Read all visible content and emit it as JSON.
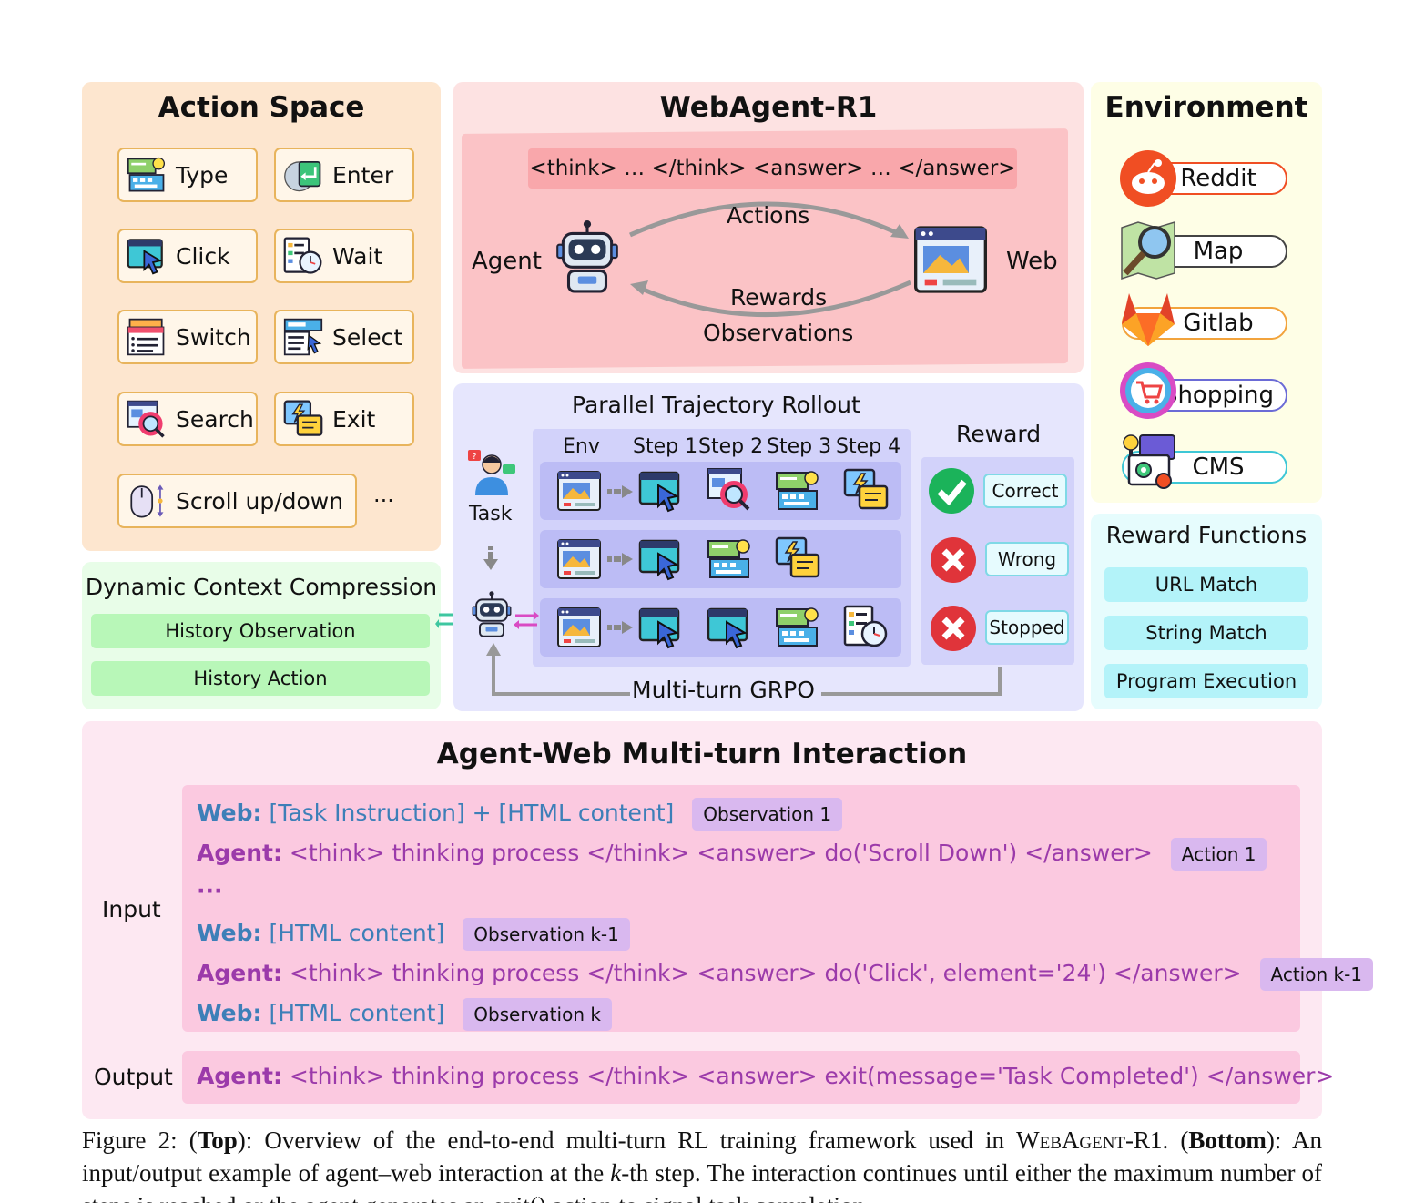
{
  "action_space": {
    "title": "Action Space",
    "actions": [
      "Type",
      "Enter",
      "Click",
      "Wait",
      "Switch",
      "Select",
      "Search",
      "Exit",
      "Scroll up/down"
    ],
    "more": "···"
  },
  "webagent": {
    "title": "WebAgent-R1",
    "format": "<think> … </think> <answer> … </answer>",
    "agent_label": "Agent",
    "web_label": "Web",
    "actions_label": "Actions",
    "rewards_label": "Rewards",
    "observations_label": "Observations"
  },
  "environment": {
    "title": "Environment",
    "items": [
      {
        "label": "Reddit",
        "color": "#f04e23"
      },
      {
        "label": "Map",
        "color": "#444444"
      },
      {
        "label": "Gitlab",
        "color": "#f2a33c"
      },
      {
        "label": "Shopping",
        "color": "#6b6bd6"
      },
      {
        "label": "CMS",
        "color": "#3ec7d6"
      }
    ]
  },
  "compression": {
    "title": "Dynamic Context Compression",
    "items": [
      "History Observation",
      "History Action"
    ]
  },
  "rollout": {
    "title": "Parallel Trajectory Rollout",
    "task_label": "Task",
    "headers": [
      "Env",
      "Step 1",
      "Step 2",
      "Step 3",
      "Step 4"
    ],
    "reward_title": "Reward",
    "rewards": [
      "Correct",
      "Wrong",
      "Stopped"
    ],
    "grpo": "Multi-turn GRPO"
  },
  "reward_functions": {
    "title": "Reward Functions",
    "items": [
      "URL Match",
      "String Match",
      "Program Execution"
    ]
  },
  "interaction": {
    "title": "Agent-Web Multi-turn Interaction",
    "input_label": "Input",
    "output_label": "Output",
    "web_key": "Web:",
    "agent_key": "Agent:",
    "lines": [
      {
        "text": "[Task Instruction] + [HTML content]",
        "tag": "Observation 1"
      },
      {
        "text": "<think> thinking process </think> <answer> do('Scroll Down') </answer>",
        "tag": "Action 1"
      },
      {
        "text": "···"
      },
      {
        "text": "[HTML content]",
        "tag": "Observation k-1"
      },
      {
        "text": "<think> thinking process </think> <answer> do('Click', element='24') </answer>",
        "tag": "Action k-1"
      },
      {
        "text": "[HTML content]",
        "tag": "Observation k"
      }
    ],
    "output_text": "<think> thinking process </think> <answer> exit(message='Task Completed') </answer>"
  },
  "caption": {
    "fig": "Figure 2: (",
    "top": "Top",
    "part1": "): Overview of the end-to-end multi-turn RL training framework used in ",
    "name": "WebAgent-R1",
    "part2": ". (",
    "bottom": "Bottom",
    "part3": "): An input/output example of agent–web interaction at the ",
    "k": "k",
    "part4": "-th step. The interaction continues until either the maximum number of steps is reached or the agent generates an exit() action to signal task completion."
  }
}
